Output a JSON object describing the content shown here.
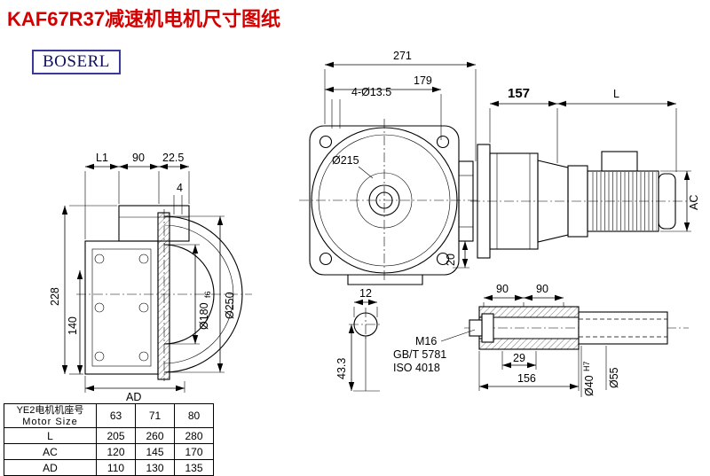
{
  "page": {
    "title": "KAF67R37减速机电机尺寸图纸",
    "brand": "BOSERL"
  },
  "colors": {
    "title_red": "#d40000",
    "brand_border": "#3a3a9c",
    "drawing_line": "#000000",
    "background": "#ffffff"
  },
  "front_view": {
    "dim_271": "271",
    "dim_179": "179",
    "dim_holes": "4-Ø13.5",
    "dim_215": "Ø215",
    "dim_20": "20"
  },
  "gearbox_view": {
    "dim_l1": "L1",
    "dim_90": "90",
    "dim_22_5": "22.5",
    "dim_4": "4",
    "dim_228": "228",
    "dim_140": "140",
    "dim_ad": "AD",
    "dia_180": "Ø180",
    "dia_180_fit": "f6",
    "dia_250": "Ø250"
  },
  "motor_view": {
    "dim_157": "157",
    "dim_l": "L",
    "dim_ac": "AC"
  },
  "shaft_end_view": {
    "dim_12": "12",
    "dim_43_3": "43.3"
  },
  "shaft_detail": {
    "dim_90_left": "90",
    "dim_90_right": "90",
    "thread": "M16",
    "standard_gb": "GB/T 5781",
    "standard_iso": "ISO 4018",
    "dim_29": "29",
    "dim_156": "156",
    "bore_dia": "Ø40",
    "bore_fit": "H7",
    "outer_dia": "Ø55"
  },
  "table": {
    "header": {
      "name_cn": "YE2电机机座号",
      "name_en": "Motor Size",
      "sizes": [
        "63",
        "71",
        "80"
      ]
    },
    "rows": [
      [
        "L",
        "205",
        "260",
        "280"
      ],
      [
        "AC",
        "120",
        "145",
        "170"
      ],
      [
        "AD",
        "110",
        "130",
        "135"
      ]
    ]
  }
}
